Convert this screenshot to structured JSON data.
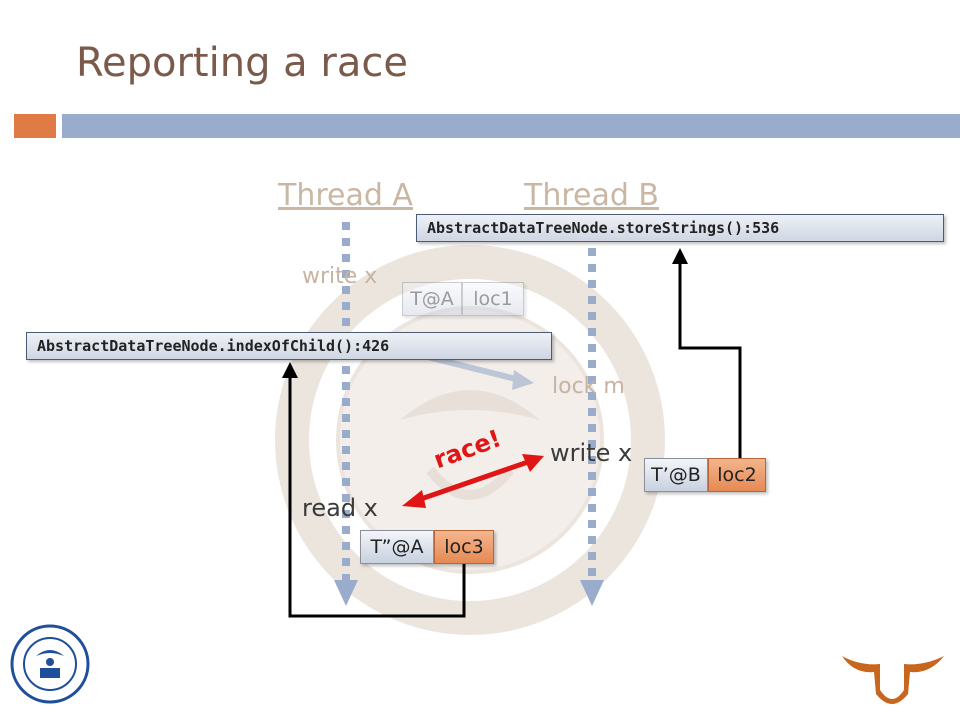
{
  "slide": {
    "title": "Reporting a race"
  },
  "threads": {
    "a_label": "Thread A",
    "b_label": "Thread B"
  },
  "events": {
    "write_x_a": "write x",
    "lock_m": "lock m",
    "write_x_b": "write x",
    "read_x": "read x",
    "race": "race!"
  },
  "tags": {
    "faded": {
      "thread": "T@A",
      "loc": "loc1"
    },
    "write_b": {
      "thread": "T’@B",
      "loc": "loc2"
    },
    "read_a": {
      "thread": "T”@A",
      "loc": "loc3"
    }
  },
  "stack_frames": {
    "index_of_child": "AbstractDataTreeNode.indexOfChild():426",
    "store_strings": "AbstractDataTreeNode.storeStrings():536"
  },
  "colors": {
    "accent_orange": "#e07b45",
    "accent_blue": "#9aaccc",
    "race_red": "#e01515",
    "thread_line": "#9aaccc"
  },
  "icons": {
    "university_seal": "university-seal-icon",
    "longhorn_logo": "longhorn-logo-icon"
  }
}
